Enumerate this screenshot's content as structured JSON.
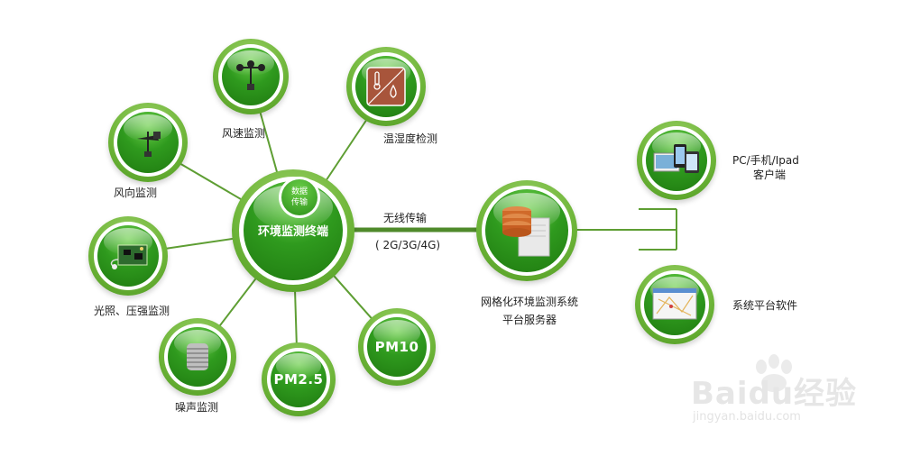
{
  "hub": {
    "label": "环境监测终端",
    "badge_line1": "数据",
    "badge_line2": "传输"
  },
  "sensors": [
    {
      "id": "wind-speed",
      "label": "风速监测",
      "icon": "anemometer-icon"
    },
    {
      "id": "temp-humidity",
      "label": "温湿度检测",
      "icon": "thermometer-droplet-icon"
    },
    {
      "id": "wind-direction",
      "label": "风向监测",
      "icon": "wind-vane-icon"
    },
    {
      "id": "light-pressure",
      "label": "光照、压强监测",
      "icon": "circuit-board-icon"
    },
    {
      "id": "noise",
      "label": "噪声监测",
      "icon": "noise-sensor-icon"
    },
    {
      "id": "pm25",
      "label": "PM2.5"
    },
    {
      "id": "pm10",
      "label": "PM10"
    }
  ],
  "link": {
    "line1": "无线传输",
    "line2": "( 2G/3G/4G)"
  },
  "server": {
    "line1": "网格化环境监测系统",
    "line2": "平台服务器",
    "icon": "database-server-icon"
  },
  "clients": [
    {
      "id": "devices",
      "line1": "PC/手机/Ipad",
      "line2": "客户端",
      "icon": "devices-icon"
    },
    {
      "id": "software",
      "line1": "系统平台软件",
      "icon": "map-screen-icon"
    }
  ],
  "watermark": {
    "brand": "Baidu经验",
    "url": "jingyan.baidu.com"
  },
  "colors": {
    "line": "#5e9e33",
    "accent_green": "#2f9a1e",
    "ring_green": "#6fb63a"
  }
}
